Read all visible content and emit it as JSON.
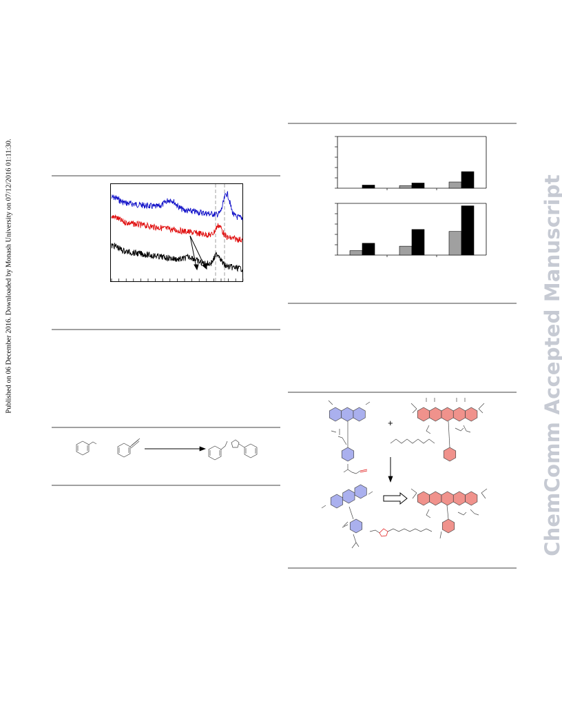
{
  "side_note": "Published on 06 December 2016. Downloaded by Monash University on 07/12/2016 01:11:30.",
  "watermark": "ChemComm Accepted Manuscript",
  "scheme_right": {
    "plus_sign": "+"
  },
  "colors": {
    "rule": "#a0a0a0",
    "watermark": "#c6cad3",
    "trace_top": "#1010c8",
    "trace_mid": "#e01010",
    "trace_bottom": "#000000",
    "bar_light": "#a0a0a0",
    "bar_dark": "#000000",
    "anthracene_donor": "#aab0ee",
    "pentacene_acceptor": "#f0928c"
  },
  "chart_data": [
    {
      "type": "line",
      "panel": "spectra",
      "series": [
        {
          "color": "#1010c8",
          "peaks": [
            0.45,
            0.88
          ]
        },
        {
          "color": "#e01010",
          "peaks": [
            0.82
          ]
        },
        {
          "color": "#000000",
          "peaks": [
            0.81
          ]
        }
      ],
      "dashed_markers": 2,
      "arrows": 2
    },
    {
      "type": "bar",
      "panel": "upper",
      "groups": 3,
      "series": [
        {
          "color": "#a0a0a0",
          "values": [
            0,
            0.05,
            0.12
          ]
        },
        {
          "color": "#000000",
          "values": [
            0.06,
            0.1,
            0.32
          ]
        }
      ],
      "ylim": [
        0,
        1
      ]
    },
    {
      "type": "bar",
      "panel": "lower",
      "groups": 3,
      "series": [
        {
          "color": "#a0a0a0",
          "values": [
            0.09,
            0.18,
            0.48
          ]
        },
        {
          "color": "#000000",
          "values": [
            0.24,
            0.52,
            1.0
          ]
        }
      ],
      "ylim": [
        0,
        1.05
      ]
    }
  ]
}
